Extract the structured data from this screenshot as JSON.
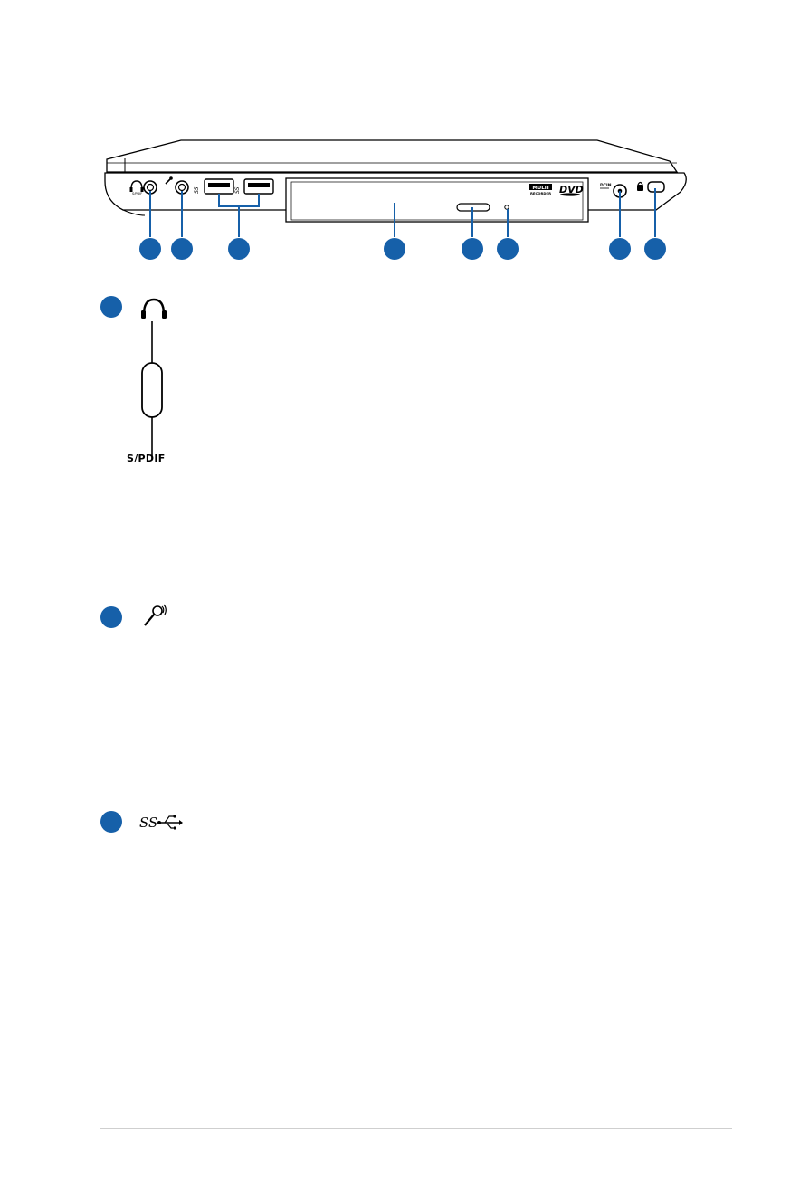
{
  "figure": {
    "callout_color": "#1660a9",
    "port_labels": {
      "drive_brand_top": "MULTI",
      "drive_brand_bottom": "RECORDER",
      "dvd_logo": "DVD",
      "dc_in": "DCIN"
    },
    "icons": [
      "headphone-spdif-icon",
      "microphone-icon",
      "usb3-icon",
      "dc-in-icon",
      "kensington-lock-icon"
    ]
  },
  "sections": [
    {
      "icon": "headphone-icon",
      "diagram_label": "S/PDIF"
    },
    {
      "icon": "microphone-icon"
    },
    {
      "icon": "usb3-superspeed-icon"
    }
  ]
}
